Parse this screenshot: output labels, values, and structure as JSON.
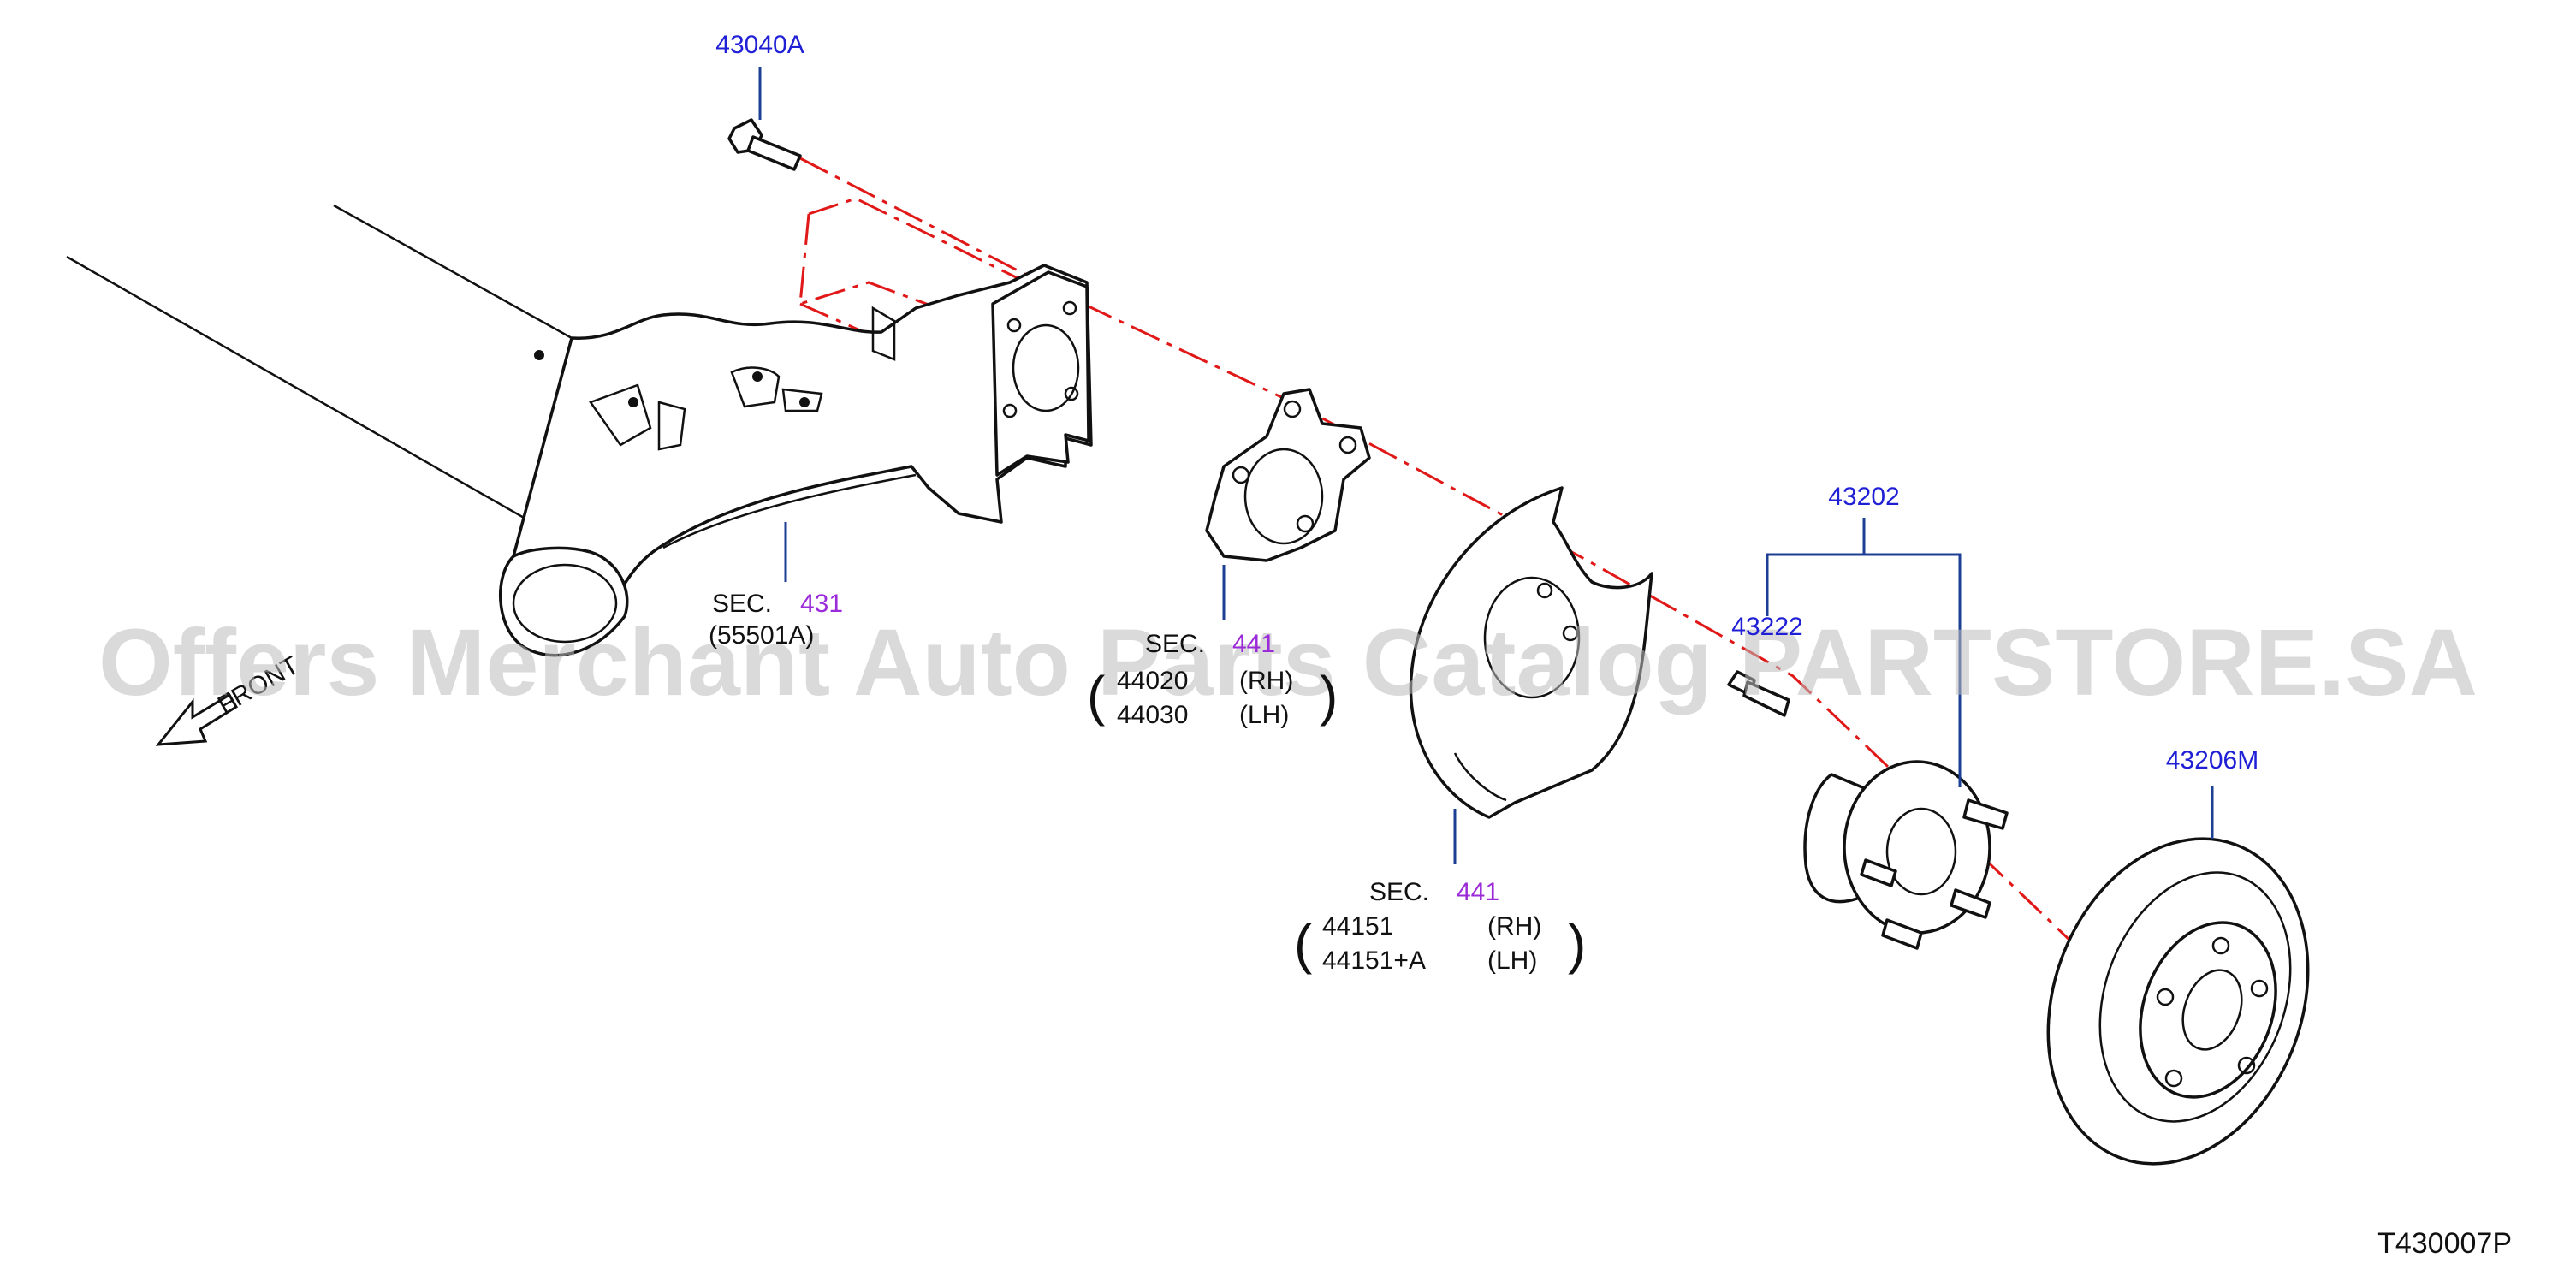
{
  "diagram_code": "T430007P",
  "watermark": "Offers Merchant Auto Parts Catalog PARTSTORE.SA",
  "front_label": "FRONT",
  "callouts": {
    "bolt": "43040A",
    "hub_assembly": "43202",
    "wheel_stud": "43222",
    "rotor": "43206M"
  },
  "sections": {
    "axle": {
      "prefix": "SEC.",
      "number": "431",
      "part": "(55501A)"
    },
    "adapter": {
      "prefix": "SEC.",
      "number": "441",
      "rows": [
        {
          "part": "44020",
          "side": "(RH)"
        },
        {
          "part": "44030",
          "side": "(LH)"
        }
      ]
    },
    "shield": {
      "prefix": "SEC.",
      "number": "441",
      "rows": [
        {
          "part": "44151",
          "side": "(RH)"
        },
        {
          "part": "44151+A",
          "side": "(LH)"
        }
      ]
    }
  },
  "colors": {
    "part_link": "#1f1fd6",
    "section_link": "#9b2ad9",
    "leader": "#1c3f94",
    "center_axis": "#e01818"
  }
}
